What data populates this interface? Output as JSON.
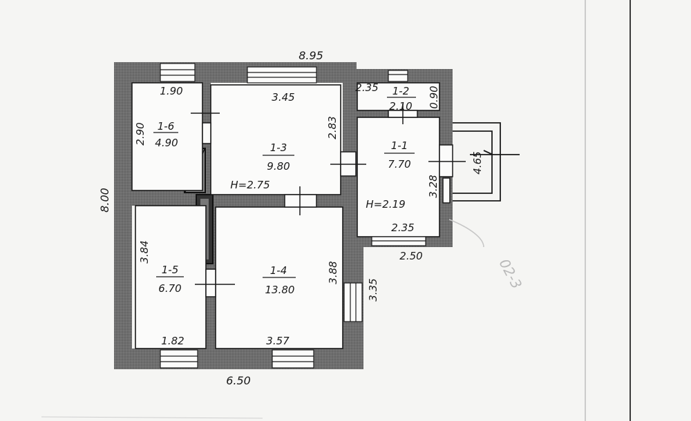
{
  "plan": {
    "dimensions": {
      "top_width": "8.95",
      "left_height": "8.00",
      "bottom_width": "6.50",
      "annex_bottom": "2.50",
      "annex_right": "3.35",
      "porch": "4.65"
    },
    "rooms": [
      {
        "id": "1-6",
        "area": "4.90",
        "width": "1.90",
        "height": "2.90"
      },
      {
        "id": "1-3",
        "area": "9.80",
        "width": "3.45",
        "height": "2.83"
      },
      {
        "id": "1-2",
        "area": "2.10",
        "width": "2.35",
        "height": "0.90"
      },
      {
        "id": "1-1",
        "area": "7.70",
        "width": "2.35",
        "height": "3.28"
      },
      {
        "id": "1-5",
        "area": "6.70",
        "width": "1.82",
        "height": "3.84"
      },
      {
        "id": "1-4",
        "area": "13.80",
        "width": "3.57",
        "height": "3.88"
      }
    ],
    "heights": {
      "main": "H=2.75",
      "annex": "H=2.19"
    },
    "pencil_note": "02-3"
  }
}
